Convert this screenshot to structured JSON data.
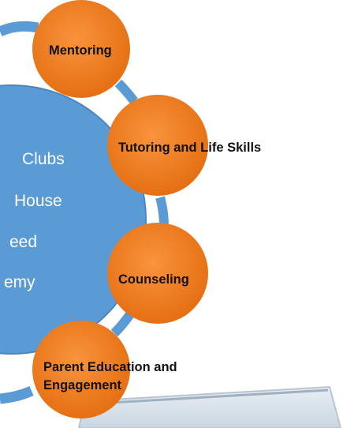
{
  "hub": {
    "lines": [
      "Clubs",
      "House",
      "eed",
      "emy"
    ]
  },
  "nodes": [
    {
      "label": "Mentoring"
    },
    {
      "label": "Tutoring and Life Skills"
    },
    {
      "label": "Counseling"
    },
    {
      "label": "Parent Education and",
      "label2": "Engagement"
    }
  ],
  "colors": {
    "hub": "#5b9bd5",
    "node": "#f47b20",
    "connector": "#5b9bd5",
    "card": "#d9e3ec"
  }
}
